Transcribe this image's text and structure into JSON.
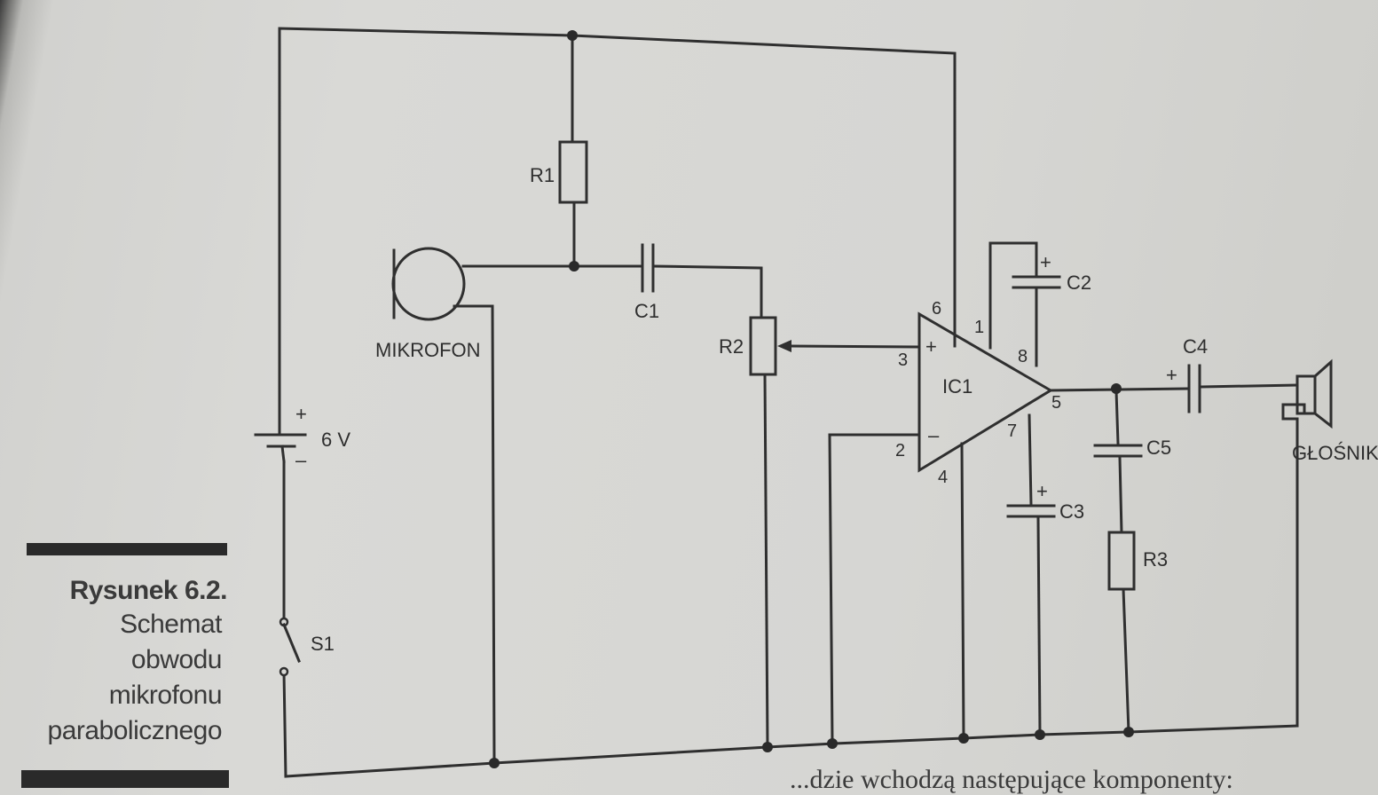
{
  "figure": {
    "label": "Rysunek 6.2.",
    "caption_lines": [
      "Schemat",
      "obwodu",
      "mikrofonu",
      "parabolicznego"
    ]
  },
  "components": {
    "r1": "R1",
    "r2": "R2",
    "r3": "R3",
    "c1": "C1",
    "c2": "C2",
    "c3": "C3",
    "c4": "C4",
    "c5": "C5",
    "ic1": "IC1",
    "s1": "S1",
    "battery": "6 V",
    "microphone": "MIKROFON",
    "speaker": "GŁOŚNIK"
  },
  "signs": {
    "plus": "+",
    "minus": "–"
  },
  "ic_pins": {
    "p1": "1",
    "p2": "2",
    "p3": "3",
    "p4": "4",
    "p5": "5",
    "p6": "6",
    "p7": "7",
    "p8": "8"
  },
  "body_text_fragment": "...dzie wchodzą następujące komponenty:"
}
